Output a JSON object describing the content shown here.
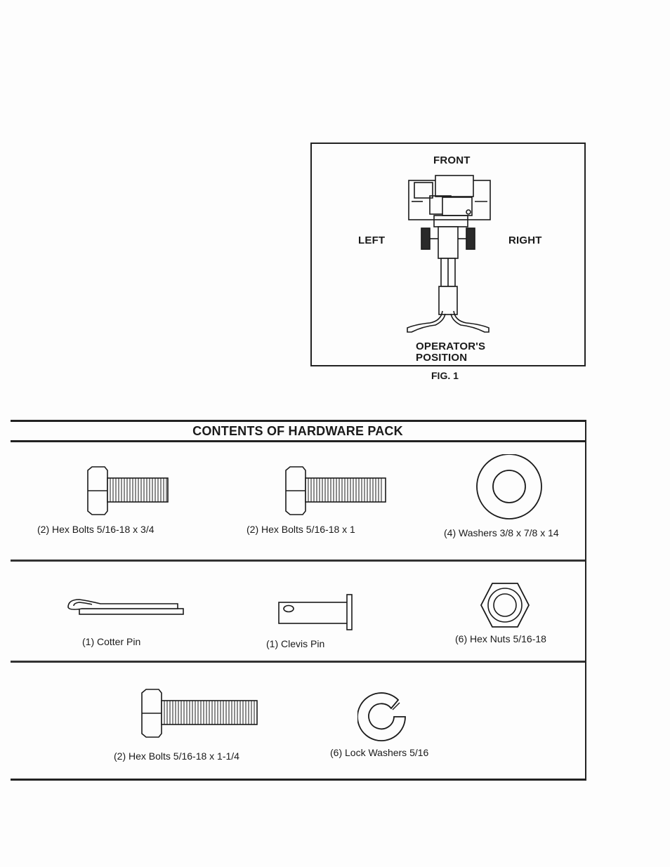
{
  "figure": {
    "labels": {
      "front": "FRONT",
      "left": "LEFT",
      "right": "RIGHT",
      "operator_line1": "OPERATOR'S",
      "operator_line2": "POSITION"
    },
    "caption": "FIG. 1"
  },
  "hardware_pack": {
    "title": "CONTENTS OF HARDWARE PACK",
    "items": [
      {
        "label": "(2) Hex Bolts 5/16-18 x 3/4",
        "icon": "hex-bolt-icon"
      },
      {
        "label": "(2) Hex Bolts 5/16-18 x 1",
        "icon": "hex-bolt-icon"
      },
      {
        "label": "(4) Washers 3/8 x 7/8 x 14",
        "icon": "flat-washer-icon"
      },
      {
        "label": "(1) Cotter Pin",
        "icon": "cotter-pin-icon"
      },
      {
        "label": "(1) Clevis Pin",
        "icon": "clevis-pin-icon"
      },
      {
        "label": "(6) Hex Nuts 5/16-18",
        "icon": "hex-nut-icon"
      },
      {
        "label": "(2) Hex Bolts 5/16-18 x 1-1/4",
        "icon": "hex-bolt-icon"
      },
      {
        "label": "(6) Lock Washers 5/16",
        "icon": "lock-washer-icon"
      }
    ]
  }
}
